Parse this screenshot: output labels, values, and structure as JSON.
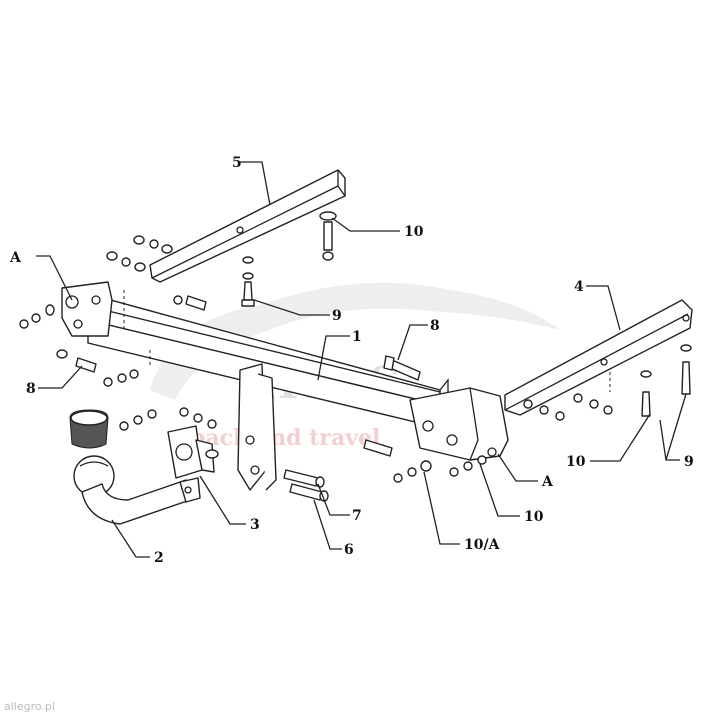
{
  "diagram": {
    "callouts": {
      "A_left": "A",
      "A_right": "A",
      "c1": "1",
      "c2": "2",
      "c3": "3",
      "c4": "4",
      "c5": "5",
      "c6": "6",
      "c7": "7",
      "c8_left": "8",
      "c8_right": "8",
      "c9_top": "9",
      "c9_right": "9",
      "c10_top": "10",
      "c10_right_top": "10",
      "c10_right_bottom": "10",
      "c10A": "10/A"
    }
  },
  "watermark": {
    "brand": "ATLAS",
    "tagline": "pack and travel"
  },
  "credit": "allegro.pl"
}
